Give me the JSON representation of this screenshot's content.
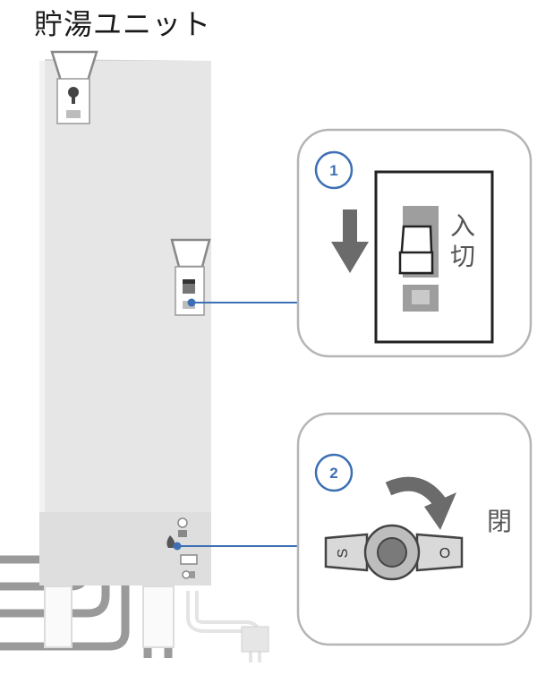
{
  "title": "貯湯ユニット",
  "steps": [
    {
      "number": "1",
      "labels": [
        "入",
        "切"
      ]
    },
    {
      "number": "2",
      "label": "閉",
      "handle_left": "S",
      "handle_right": "O"
    }
  ],
  "colors": {
    "unit_body": "#e6e6e6",
    "pipes": "#9a9a9a",
    "callout_line": "#3d6fb4",
    "arrow": "#6b6b6b",
    "panel_border": "#b5b5b5"
  }
}
